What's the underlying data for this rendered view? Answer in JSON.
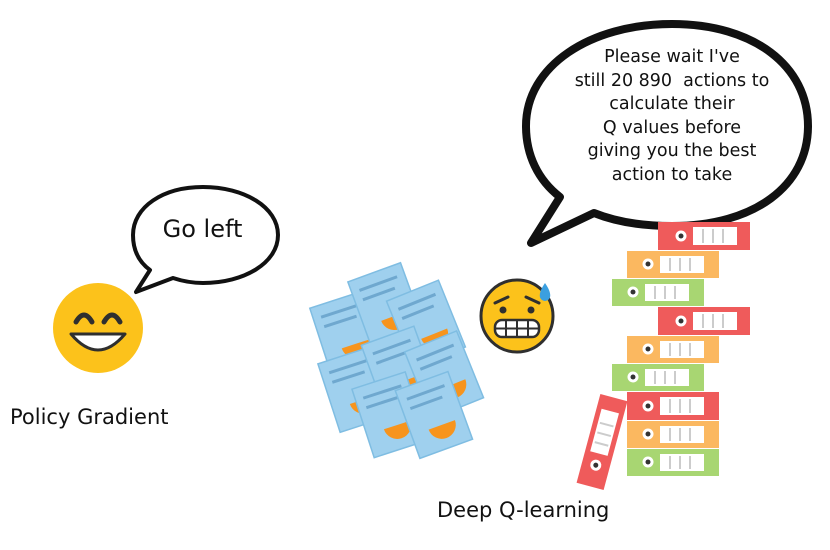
{
  "policy_gradient": {
    "label": "Policy Gradient",
    "speech": "Go left",
    "face_icon": "grinning-face-icon"
  },
  "deep_q_learning": {
    "label": "Deep Q-learning",
    "speech_lines": [
      "Please wait I've",
      "still 20 890  actions to",
      "calculate their",
      "Q values before",
      "giving you the best",
      "action to take"
    ],
    "face_icon": "anxious-face-with-sweat-icon",
    "papers_icon": "paper-documents-pile-icon",
    "binders_icon": "binder-stack-icon"
  },
  "colors": {
    "emoji_yellow": "#fcc21b",
    "paper_blue": "#9fd0ee",
    "paper_orange": "#f7941d",
    "binder_red": "#ef5b5b",
    "binder_orange": "#fbb860",
    "binder_green": "#a8d672"
  }
}
